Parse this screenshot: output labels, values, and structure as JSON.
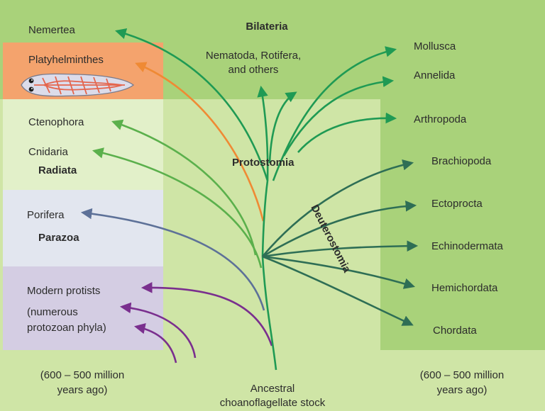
{
  "colors": {
    "background_light": "#cfe5a6",
    "bilateria_band": "#a9d27a",
    "right_column": "#a9d27a",
    "platyhelminthes_band": "#f4a36d",
    "radiata_band": "#e2f0c9",
    "parazoa_band": "#e2e6ef",
    "protists_band": "#d4cde3",
    "protostome_branch": "#1f9a54",
    "deuterostome_branch": "#2e6e55",
    "radiata_branch": "#5bb04c",
    "platyhelminthes_branch": "#ef8a34",
    "parazoa_branch": "#5d7198",
    "protist_branch": "#7a2f8e",
    "flatworm_body": "#dcdcea",
    "flatworm_veins": "#e4654d"
  },
  "groups": {
    "bilateria": "Bilateria",
    "radiata": "Radiata",
    "parazoa": "Parazoa",
    "protostomia": "Protostomia",
    "deuterostomia": "Deuterostomia"
  },
  "taxa": {
    "nemertea": "Nemertea",
    "platyhelminthes": "Platyhelminthes",
    "nematoda_line1": "Nematoda, Rotifera,",
    "nematoda_line2": "and others",
    "ctenophora": "Ctenophora",
    "cnidaria": "Cnidaria",
    "porifera": "Porifera",
    "protists_line1": "Modern protists",
    "protists_line2": "(numerous",
    "protists_line3": "protozoan phyla)",
    "mollusca": "Mollusca",
    "annelida": "Annelida",
    "arthropoda": "Arthropoda",
    "brachiopoda": "Brachiopoda",
    "ectoprocta": "Ectoprocta",
    "echinodermata": "Echinodermata",
    "hemichordata": "Hemichordata",
    "chordata": "Chordata"
  },
  "footer": {
    "time_left_line1": "(600 – 500 million",
    "time_left_line2": "years ago)",
    "time_right_line1": "(600 – 500 million",
    "time_right_line2": "years ago)",
    "ancestor_line1": "Ancestral",
    "ancestor_line2": "choanoflagellate stock"
  }
}
